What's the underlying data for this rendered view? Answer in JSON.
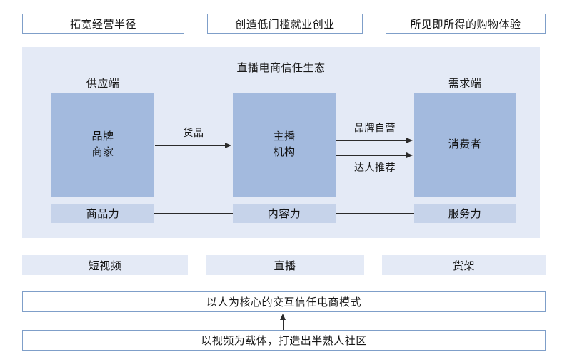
{
  "top_callouts": [
    {
      "label": "拓宽经营半径"
    },
    {
      "label": "创造低门槛就业创业"
    },
    {
      "label": "所见即所得的购物体验"
    }
  ],
  "ecosystem": {
    "title": "直播电商信任生态",
    "supply_label": "供应端",
    "demand_label": "需求端",
    "actors": [
      {
        "name": "supply-actor",
        "line1": "品牌",
        "line2": "商家"
      },
      {
        "name": "host-actor",
        "line1": "主播",
        "line2": "机构"
      },
      {
        "name": "demand-actor",
        "line1": "消费者",
        "line2": ""
      }
    ],
    "flows": [
      {
        "name": "goods-flow",
        "label": "货品"
      },
      {
        "name": "brand-self-operated-flow",
        "label": "品牌自营"
      },
      {
        "name": "influencer-recommend-flow",
        "label": "达人推荐"
      }
    ],
    "capabilities": [
      {
        "label": "商品力"
      },
      {
        "label": "内容力"
      },
      {
        "label": "服务力"
      }
    ]
  },
  "channels": [
    {
      "label": "短视频"
    },
    {
      "label": "直播"
    },
    {
      "label": "货架"
    }
  ],
  "summaries": [
    {
      "label": "以人为核心的交互信任电商模式"
    },
    {
      "label": "以视频为载体，打造出半熟人社区"
    }
  ],
  "colors": {
    "panel_bg": "#e4eaf6",
    "actor_fill": "#a3bade",
    "capability_fill": "#c6d3ea",
    "box_border": "#7f9fc9",
    "line": "#2b2b2b"
  }
}
